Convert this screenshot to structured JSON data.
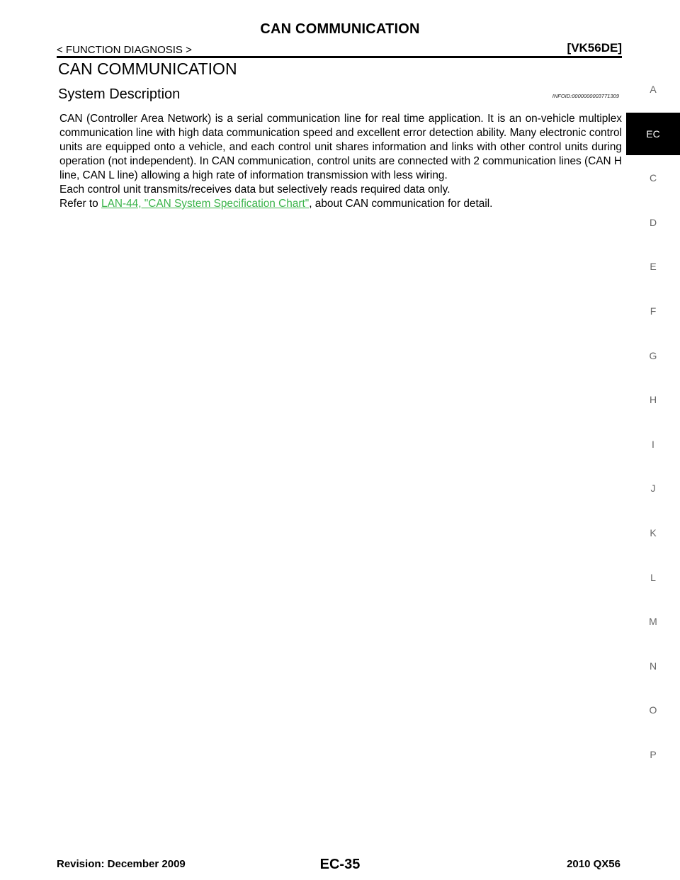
{
  "header": {
    "title": "CAN COMMUNICATION",
    "section": "< FUNCTION DIAGNOSIS >",
    "engine": "[VK56DE]"
  },
  "content": {
    "section_title": "CAN COMMUNICATION",
    "subsection_title": "System Description",
    "infoid": "INFOID:0000000003771309",
    "paragraph_lines": [
      "CAN (Controller Area Network) is a serial communication line for real time application. It is an on-vehicle multiplex communication line with high data communication speed and excellent error detection ability. Many electronic control units are equipped onto a vehicle, and each control unit shares information and links with other control units during operation (not independent). In CAN communication, control units are connected with 2 communication lines (CAN H line, CAN L line) allowing a high rate of information transmission with less wiring.",
      "Each control unit transmits/receives data but selectively reads required data only."
    ],
    "refer_prefix": "Refer to ",
    "refer_link": "LAN-44, \"CAN System Specification Chart\"",
    "refer_suffix": ", about CAN communication for detail."
  },
  "tabs": [
    "A",
    "EC",
    "C",
    "D",
    "E",
    "F",
    "G",
    "H",
    "I",
    "J",
    "K",
    "L",
    "M",
    "N",
    "O",
    "P"
  ],
  "active_tab": "EC",
  "footer": {
    "revision": "Revision: December 2009",
    "page": "EC-35",
    "model": "2010 QX56"
  },
  "colors": {
    "link": "#3bb44a",
    "active_tab_bg": "#000000"
  }
}
